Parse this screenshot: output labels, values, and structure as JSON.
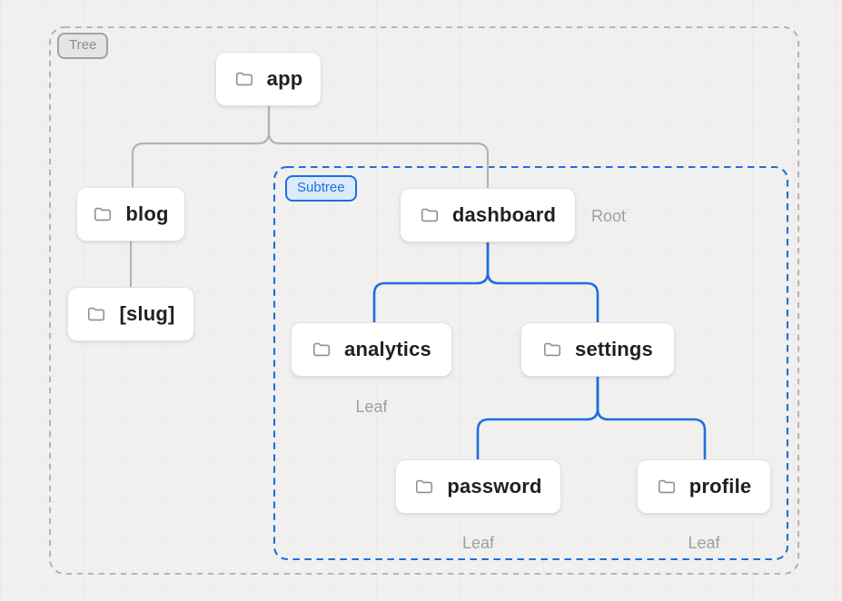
{
  "badges": {
    "tree": "Tree",
    "subtree": "Subtree"
  },
  "nodes": {
    "app": {
      "label": "app"
    },
    "blog": {
      "label": "blog"
    },
    "slug": {
      "label": "[slug]"
    },
    "dashboard": {
      "label": "dashboard"
    },
    "analytics": {
      "label": "analytics"
    },
    "settings": {
      "label": "settings"
    },
    "password": {
      "label": "password"
    },
    "profile": {
      "label": "profile"
    }
  },
  "annotations": {
    "dashboard": "Root",
    "analytics": "Leaf",
    "password": "Leaf",
    "profile": "Leaf"
  },
  "colors": {
    "accent_blue": "#1c6fe0",
    "subtree_badge_fill": "#dbeafd",
    "connector_gray": "#b3b3b3",
    "dashed_border_gray": "#adadac",
    "annotation_gray": "#9aa0a5",
    "card_background": "#ffffff"
  }
}
